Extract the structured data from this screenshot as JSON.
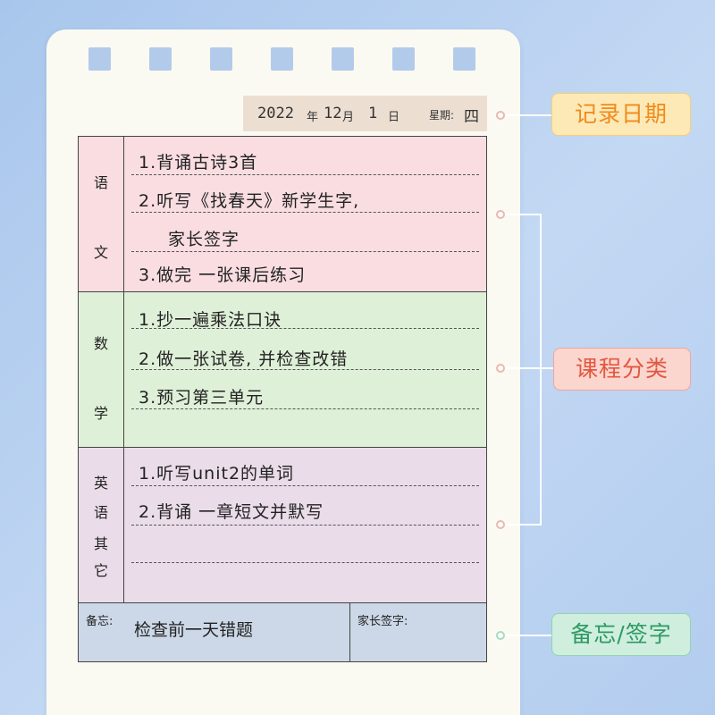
{
  "date": {
    "year": "2022",
    "year_char": "年",
    "month": "12",
    "month_char": "月",
    "day": "1",
    "day_char": "日",
    "weekday_label": "星期:",
    "weekday": "四"
  },
  "subjects": [
    {
      "chars": [
        "语",
        "文"
      ],
      "items": [
        "1.背诵古诗3首",
        "2.听写《找春天》新学生字,",
        "家长签字",
        "3.做完 一张课后练习"
      ]
    },
    {
      "chars": [
        "数",
        "学"
      ],
      "items": [
        "1.抄一遍乘法口诀",
        "2.做一张试卷, 并检查改错",
        "3.预习第三单元"
      ]
    },
    {
      "chars": [
        "英",
        "语",
        "其",
        "它"
      ],
      "items": [
        "1.听写unit2的单词",
        "2.背诵 一章短文并默写"
      ]
    }
  ],
  "memo": {
    "label": "备忘:",
    "text": "检查前一天错题",
    "sign_label": "家长签字:"
  },
  "callouts": {
    "date": "记录日期",
    "category": "课程分类",
    "memo_sign": "备忘/签字"
  },
  "colors": {
    "chinese_bg": "#f9dde1",
    "math_bg": "#dff0d8",
    "english_bg": "#eadce9",
    "memo_bg": "#ccd8e7",
    "date_bg": "#ecdfd2"
  }
}
